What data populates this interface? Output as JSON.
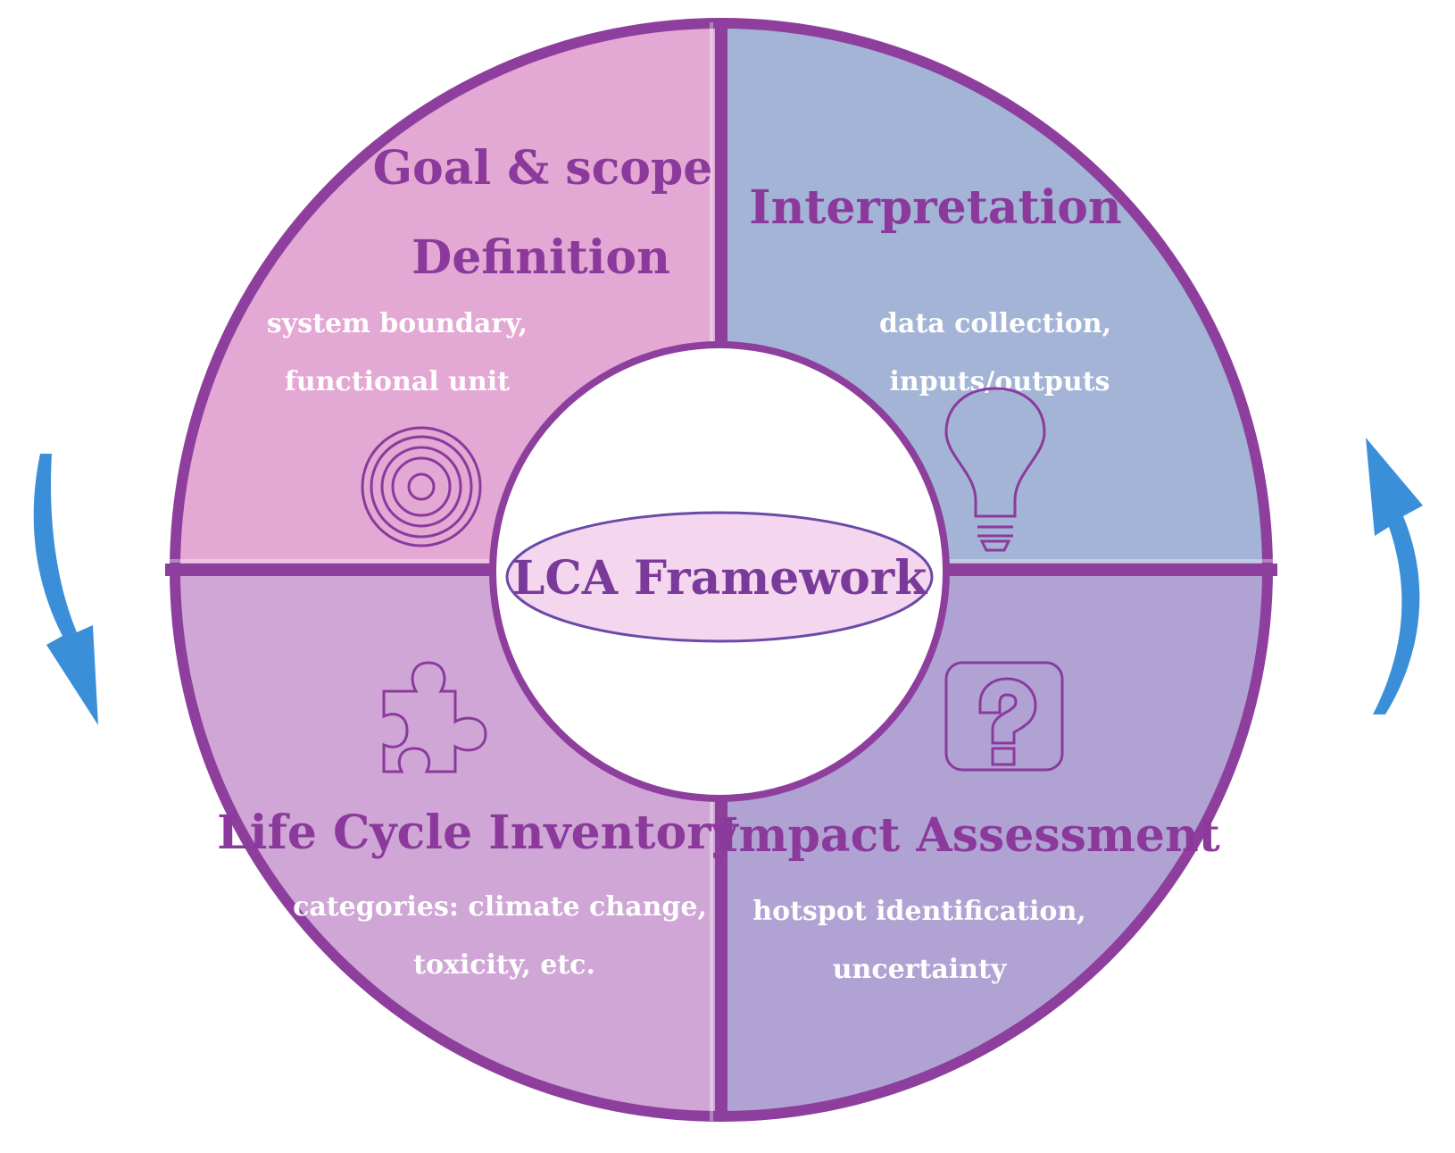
{
  "center": {
    "label": "LCA Framework"
  },
  "quadrants": {
    "top_left": {
      "title_line1": "Goal & scope",
      "title_line2": "Definition",
      "desc_line1": "system boundary,",
      "desc_line2": "functional unit",
      "icon": "target-icon",
      "color": "#e3a8d4"
    },
    "top_right": {
      "title_line1": "Interpretation",
      "desc_line1": "data collection,",
      "desc_line2": "inputs/outputs",
      "icon": "lightbulb-icon",
      "color": "#a3b4d6"
    },
    "bottom_left": {
      "title_line1": "Life Cycle Inventory",
      "desc_line1": "categories: climate change,",
      "desc_line2": "toxicity, etc.",
      "icon": "puzzle-icon",
      "color": "#cfa6d6"
    },
    "bottom_right": {
      "title_line1": "Impact Assessment",
      "desc_line1": "hotspot identification,",
      "desc_line2": "uncertainty",
      "icon": "question-icon",
      "color": "#b0a3d4"
    }
  },
  "colors": {
    "ring_border": "#8e3f9e",
    "title_text": "#8b3a9c",
    "arrow": "#3b8fd9",
    "center_ellipse_fill": "#f4d6ee",
    "center_ellipse_stroke": "#6a4aa8"
  },
  "arrows": {
    "left": "arrow-down-icon",
    "right": "arrow-up-icon"
  }
}
